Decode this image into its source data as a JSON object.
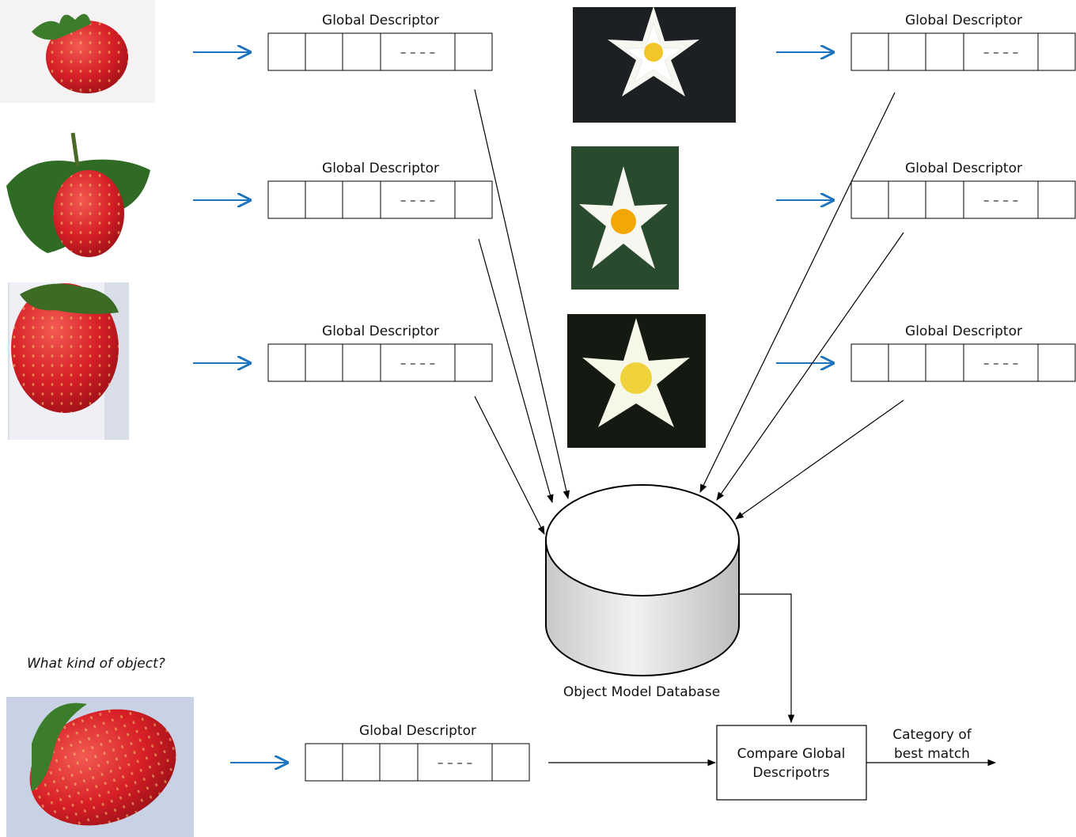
{
  "descriptor_label": "Global Descriptor",
  "descriptor_dashes": "– – – –",
  "question": "What kind of object?",
  "database_label": "Object Model Database",
  "compare_box_line1": "Compare Global",
  "compare_box_line2": "Descripotrs",
  "output_line1": "Category of",
  "output_line2": "best match",
  "colors": {
    "blue_arrow": "#1e73be",
    "strawberry_red": "#d9232a",
    "leaf_green": "#3b7d2a",
    "lily_white": "#f7f7f2",
    "lily_center": "#f2b705"
  }
}
